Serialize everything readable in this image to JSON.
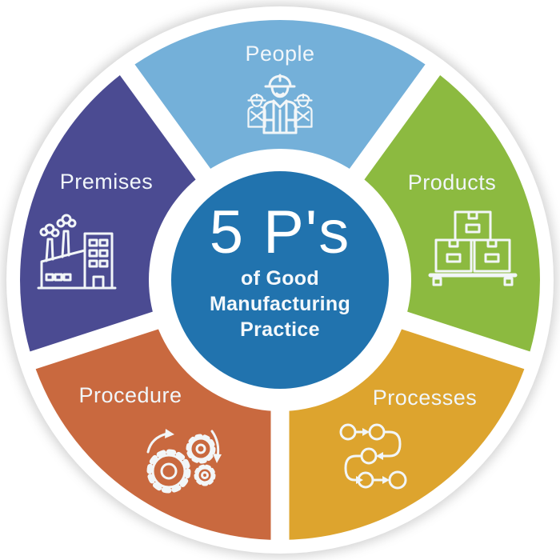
{
  "diagram": {
    "center": {
      "heading": "5 P's",
      "sub1": "of Good",
      "sub2": "Manufacturing",
      "sub3": "Practice",
      "color": "#2173ae"
    },
    "segments": [
      {
        "label": "People",
        "color": "#74b0d9",
        "icon": "construction-workers-icon"
      },
      {
        "label": "Products",
        "color": "#8cba40",
        "icon": "boxes-on-pallet-icon"
      },
      {
        "label": "Processes",
        "color": "#dda42e",
        "icon": "process-flow-icon"
      },
      {
        "label": "Procedure",
        "color": "#c9693f",
        "icon": "gears-icon"
      },
      {
        "label": "Premises",
        "color": "#4b4b92",
        "icon": "factory-icon"
      }
    ]
  }
}
